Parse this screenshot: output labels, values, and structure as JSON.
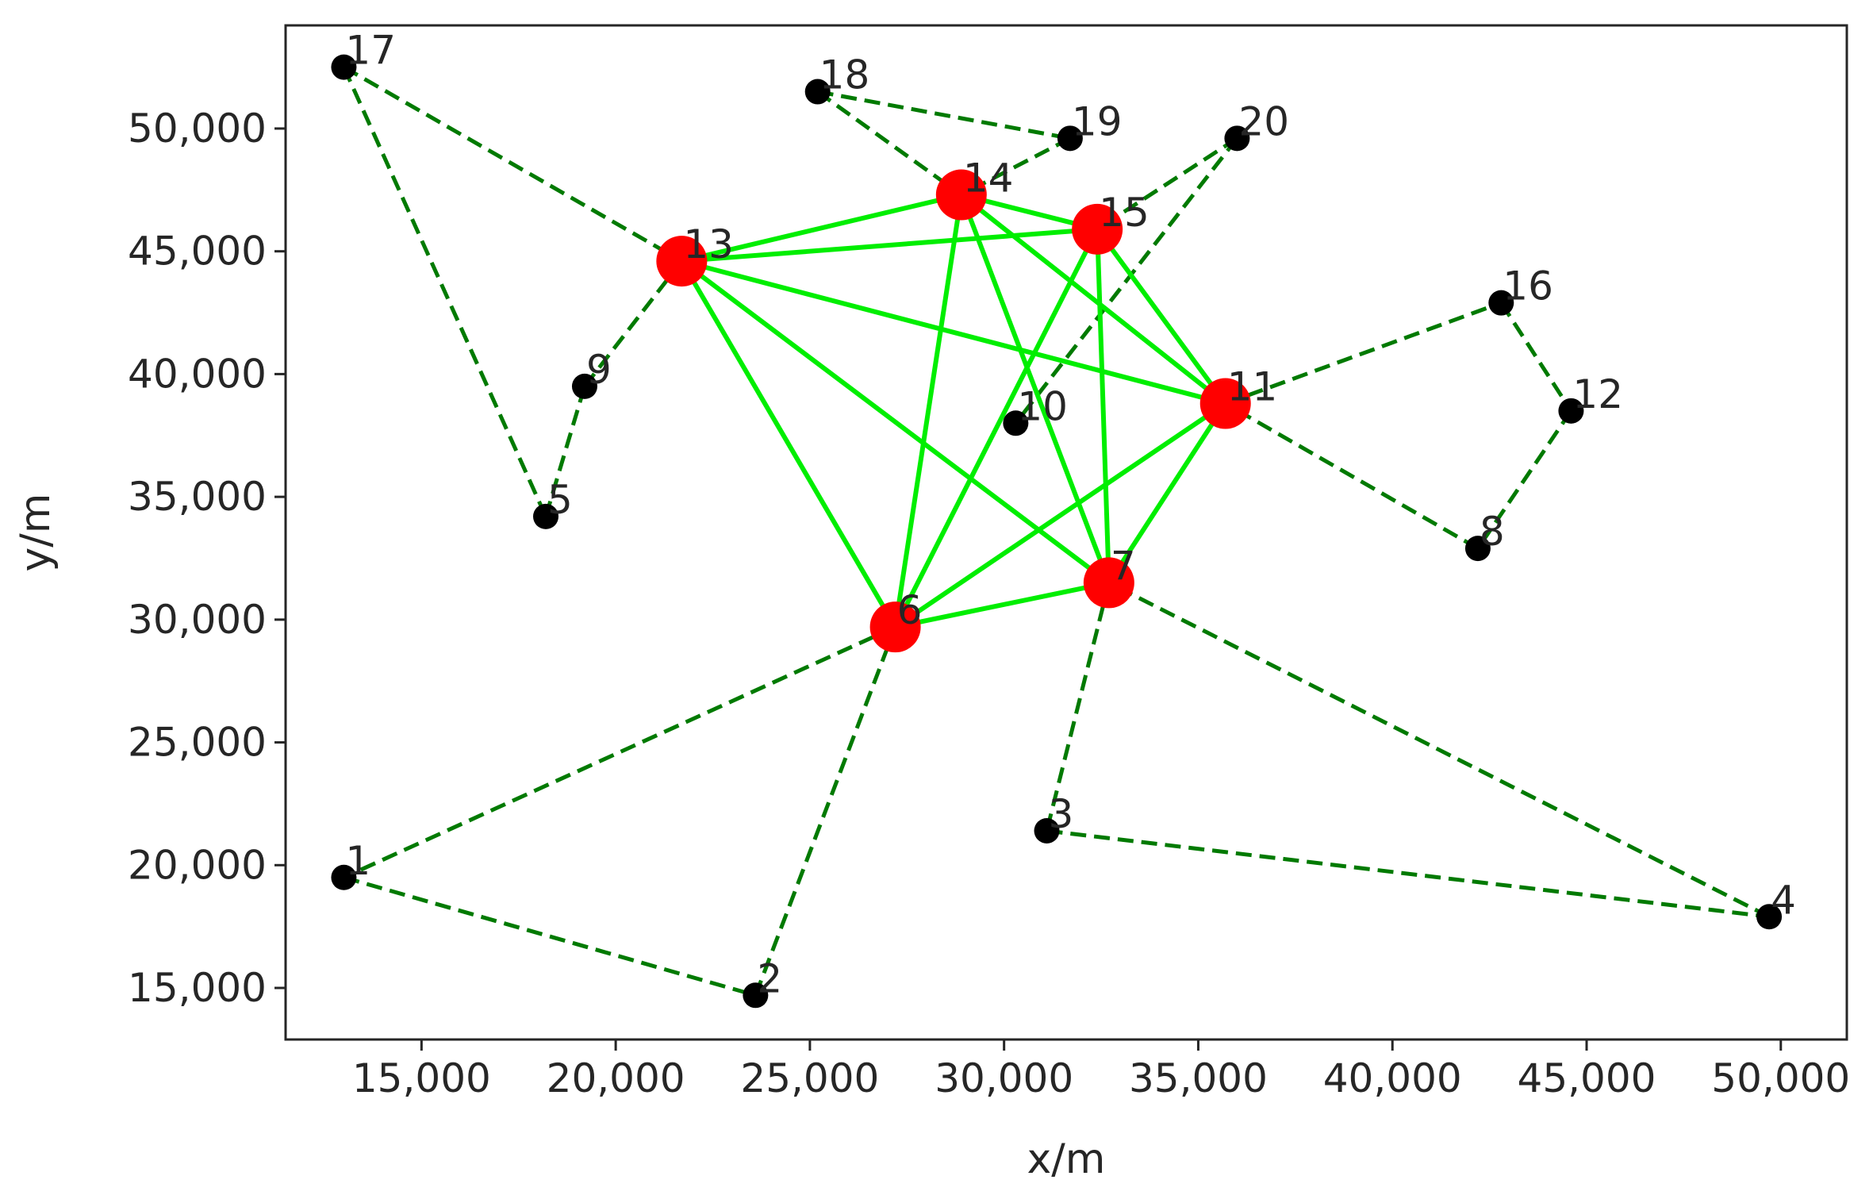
{
  "chart_data": {
    "type": "scatter",
    "xlabel": "x/m",
    "ylabel": "y/m",
    "xlim": [
      11500,
      51700
    ],
    "ylim": [
      12900,
      54200
    ],
    "grid": false,
    "x_ticks": [
      {
        "value": 15000,
        "label": "15,000"
      },
      {
        "value": 20000,
        "label": "20,000"
      },
      {
        "value": 25000,
        "label": "25,000"
      },
      {
        "value": 30000,
        "label": "30,000"
      },
      {
        "value": 35000,
        "label": "35,000"
      },
      {
        "value": 40000,
        "label": "40,000"
      },
      {
        "value": 45000,
        "label": "45,000"
      },
      {
        "value": 50000,
        "label": "50,000"
      }
    ],
    "y_ticks": [
      {
        "value": 15000,
        "label": "15,000"
      },
      {
        "value": 20000,
        "label": "20,000"
      },
      {
        "value": 25000,
        "label": "25,000"
      },
      {
        "value": 30000,
        "label": "30,000"
      },
      {
        "value": 35000,
        "label": "35,000"
      },
      {
        "value": 40000,
        "label": "40,000"
      },
      {
        "value": 45000,
        "label": "45,000"
      },
      {
        "value": 50000,
        "label": "50,000"
      }
    ],
    "colors": {
      "hub": "#ff0000",
      "node": "#000000",
      "solid_edge": "#00ee00",
      "dashed_edge": "#007a00"
    },
    "points": [
      {
        "id": 1,
        "label": "1",
        "x": 13000,
        "y": 19500,
        "hub": false
      },
      {
        "id": 2,
        "label": "2",
        "x": 23600,
        "y": 14700,
        "hub": false
      },
      {
        "id": 3,
        "label": "3",
        "x": 31100,
        "y": 21400,
        "hub": false
      },
      {
        "id": 4,
        "label": "4",
        "x": 49700,
        "y": 17900,
        "hub": false
      },
      {
        "id": 5,
        "label": "5",
        "x": 18200,
        "y": 34200,
        "hub": false
      },
      {
        "id": 6,
        "label": "6",
        "x": 27200,
        "y": 29700,
        "hub": true
      },
      {
        "id": 7,
        "label": "7",
        "x": 32700,
        "y": 31500,
        "hub": true
      },
      {
        "id": 8,
        "label": "8",
        "x": 42200,
        "y": 32900,
        "hub": false
      },
      {
        "id": 9,
        "label": "9",
        "x": 19200,
        "y": 39500,
        "hub": false
      },
      {
        "id": 10,
        "label": "10",
        "x": 30300,
        "y": 38000,
        "hub": false
      },
      {
        "id": 11,
        "label": "11",
        "x": 35700,
        "y": 38800,
        "hub": true
      },
      {
        "id": 12,
        "label": "12",
        "x": 44600,
        "y": 38500,
        "hub": false
      },
      {
        "id": 13,
        "label": "13",
        "x": 21700,
        "y": 44600,
        "hub": true
      },
      {
        "id": 14,
        "label": "14",
        "x": 28900,
        "y": 47300,
        "hub": true
      },
      {
        "id": 15,
        "label": "15",
        "x": 32400,
        "y": 45900,
        "hub": true
      },
      {
        "id": 16,
        "label": "16",
        "x": 42800,
        "y": 42900,
        "hub": false
      },
      {
        "id": 17,
        "label": "17",
        "x": 13000,
        "y": 52500,
        "hub": false
      },
      {
        "id": 18,
        "label": "18",
        "x": 25200,
        "y": 51500,
        "hub": false
      },
      {
        "id": 19,
        "label": "19",
        "x": 31700,
        "y": 49600,
        "hub": false
      },
      {
        "id": 20,
        "label": "20",
        "x": 36000,
        "y": 49600,
        "hub": false
      }
    ],
    "solid_edges": [
      [
        13,
        14
      ],
      [
        13,
        15
      ],
      [
        13,
        11
      ],
      [
        13,
        6
      ],
      [
        13,
        7
      ],
      [
        14,
        15
      ],
      [
        14,
        11
      ],
      [
        14,
        6
      ],
      [
        14,
        7
      ],
      [
        15,
        11
      ],
      [
        15,
        6
      ],
      [
        15,
        7
      ],
      [
        11,
        6
      ],
      [
        11,
        7
      ],
      [
        6,
        7
      ]
    ],
    "dashed_edges": [
      [
        17,
        13
      ],
      [
        17,
        5
      ],
      [
        5,
        9
      ],
      [
        9,
        13
      ],
      [
        18,
        19
      ],
      [
        19,
        14
      ],
      [
        18,
        14
      ],
      [
        20,
        15
      ],
      [
        20,
        10
      ],
      [
        11,
        16
      ],
      [
        16,
        12
      ],
      [
        12,
        8
      ],
      [
        8,
        11
      ],
      [
        6,
        1
      ],
      [
        1,
        2
      ],
      [
        2,
        6
      ],
      [
        7,
        3
      ],
      [
        3,
        4
      ],
      [
        4,
        7
      ]
    ]
  }
}
